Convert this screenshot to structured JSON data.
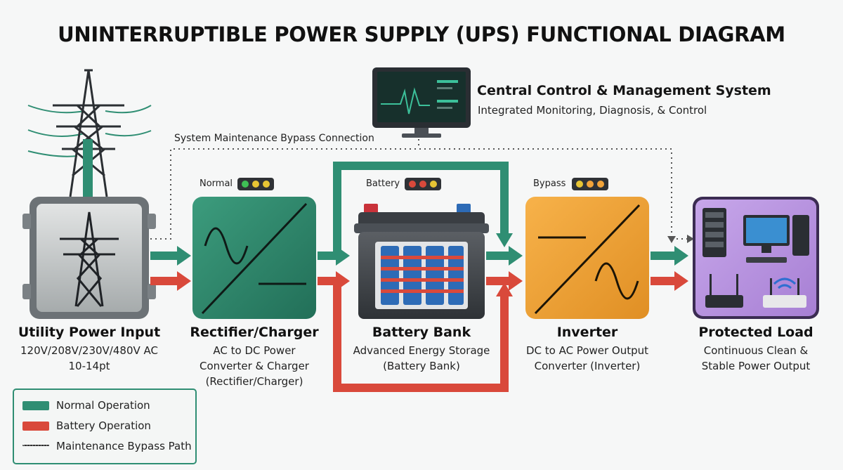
{
  "title": "UNINTERRUPTIBLE POWER SUPPLY (UPS) FUNCTIONAL DIAGRAM",
  "control": {
    "title": "Central Control & Management System",
    "subtitle": "Integrated Monitoring, Diagnosis, & Control"
  },
  "bypass_label": "System Maintenance Bypass Connection",
  "indicators": {
    "normal": "Normal",
    "battery": "Battery",
    "bypass": "Bypass"
  },
  "components": {
    "utility": {
      "name": "Utility Power Input",
      "line1": "120V/208V/230V/480V AC",
      "line2": "10-14pt"
    },
    "rectifier": {
      "name": "Rectifier/Charger",
      "line1": "AC to DC Power",
      "line2": "Converter & Charger",
      "line3": "(Rectifier/Charger)"
    },
    "battery": {
      "name": "Battery Bank",
      "line1": "Advanced Energy Storage",
      "line2": "(Battery Bank)"
    },
    "inverter": {
      "name": "Inverter",
      "line1": "DC to AC Power Output",
      "line2": "Converter (Inverter)"
    },
    "load": {
      "name": "Protected Load",
      "line1": "Continuous Clean &",
      "line2": "Stable Power Output"
    }
  },
  "legend": {
    "normal": "Normal Operation",
    "battery": "Battery Operation",
    "bypass": "Maintenance Bypass Path"
  },
  "colors": {
    "normal": "#2f8e73",
    "battery": "#d9493b",
    "rectifier": "#2d8a6e",
    "inverter": "#f2a43a",
    "load": "#b895df"
  }
}
